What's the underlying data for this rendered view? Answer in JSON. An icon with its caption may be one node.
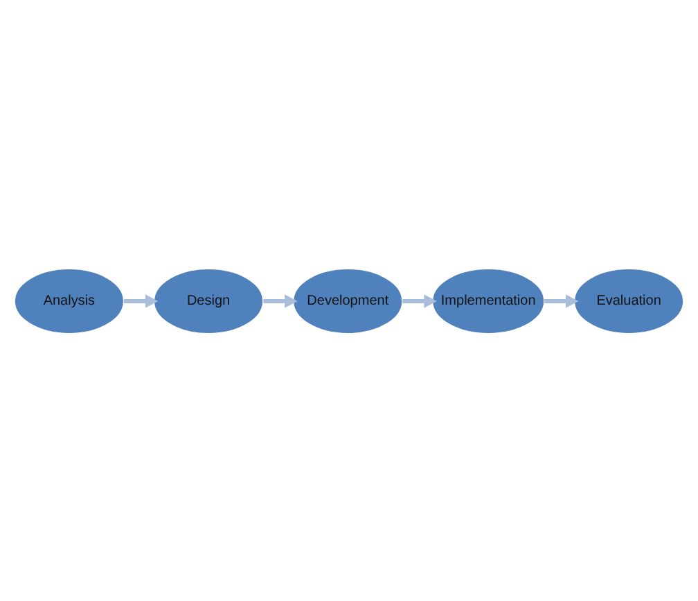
{
  "diagram": {
    "nodes": [
      {
        "text": [
          "Analysis"
        ]
      },
      {
        "text": [
          "Design"
        ]
      },
      {
        "text": [
          "Development"
        ]
      },
      {
        "text": [
          "Implementation"
        ]
      },
      {
        "text": [
          "Evaluation"
        ]
      }
    ],
    "edges": [
      {
        "from": 0,
        "to": 1,
        "arrow": "to"
      },
      {
        "from": 1,
        "to": 2,
        "arrow": "to"
      },
      {
        "from": 2,
        "to": 3,
        "arrow": "to"
      },
      {
        "from": 3,
        "to": 4,
        "arrow": "to"
      }
    ]
  }
}
